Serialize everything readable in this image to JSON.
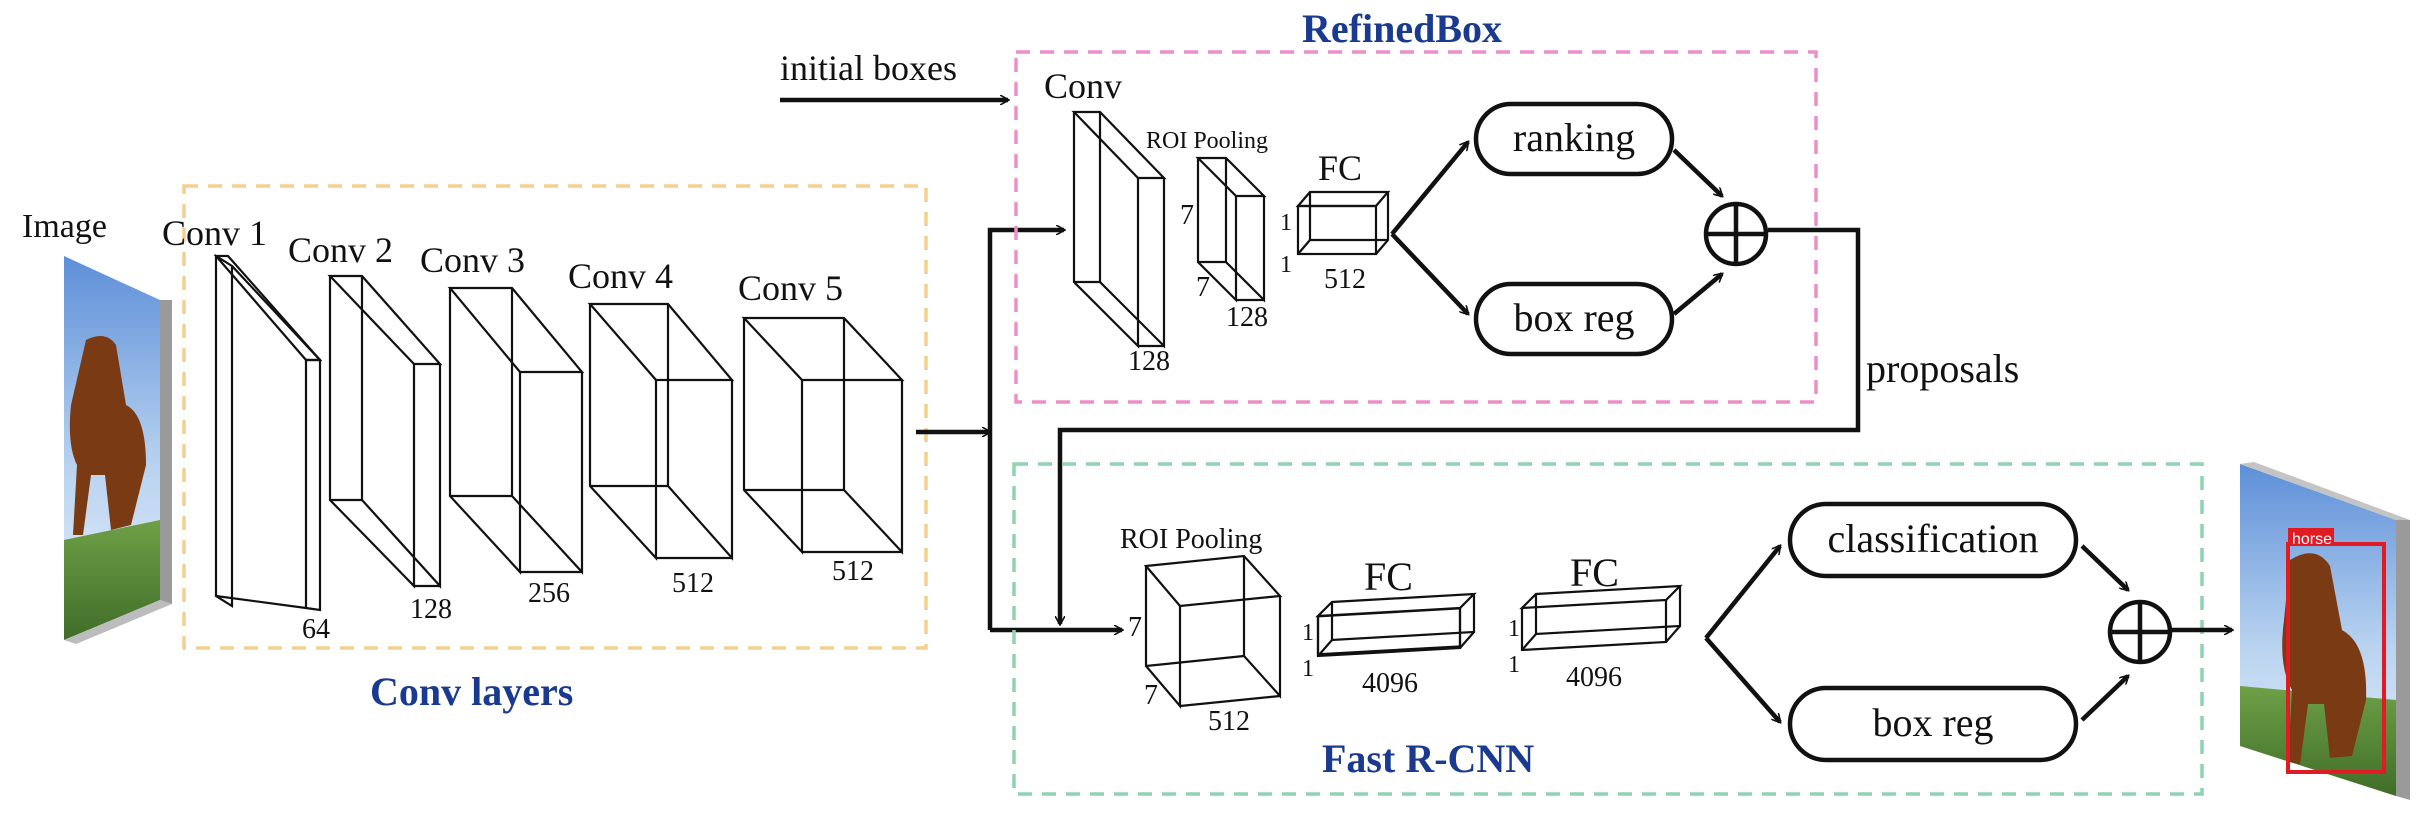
{
  "input_label": "Image",
  "conv_layers": {
    "title": "Conv layers",
    "frame_color": "#f5cf8e",
    "title_color": "#1a3a8f",
    "layers": [
      {
        "label": "Conv 1",
        "channels": "64"
      },
      {
        "label": "Conv 2",
        "channels": "128"
      },
      {
        "label": "Conv 3",
        "channels": "256"
      },
      {
        "label": "Conv 4",
        "channels": "512"
      },
      {
        "label": "Conv 5",
        "channels": "512"
      }
    ]
  },
  "refinedbox": {
    "title": "RefinedBox",
    "frame_color": "#ec8fc8",
    "initial_boxes_label": "initial boxes",
    "conv": {
      "label": "Conv",
      "channels": "128"
    },
    "roi_pooling": {
      "label": "ROI Pooling",
      "height": "7",
      "width": "7",
      "channels": "128"
    },
    "fc": {
      "label": "FC",
      "h1": "1",
      "h2": "1",
      "units": "512"
    },
    "heads": [
      "ranking",
      "box reg"
    ],
    "combine_symbol": "⊕"
  },
  "proposals_label": "proposals",
  "fast_rcnn": {
    "title": "Fast R-CNN",
    "frame_color": "#8fd4b0",
    "roi_pooling": {
      "label": "ROI Pooling",
      "height": "7",
      "width": "7",
      "channels": "512"
    },
    "fc_layers": [
      {
        "label": "FC",
        "h1": "1",
        "h2": "1",
        "units": "4096"
      },
      {
        "label": "FC",
        "h1": "1",
        "h2": "1",
        "units": "4096"
      }
    ],
    "heads": [
      "classification",
      "box reg"
    ],
    "combine_symbol": "⊕"
  },
  "output": {
    "detection_label": "horse",
    "box_color": "#e01b24"
  },
  "icons": {
    "input_image": "horse-photo-icon",
    "output_image": "detected-horse-photo-icon"
  }
}
